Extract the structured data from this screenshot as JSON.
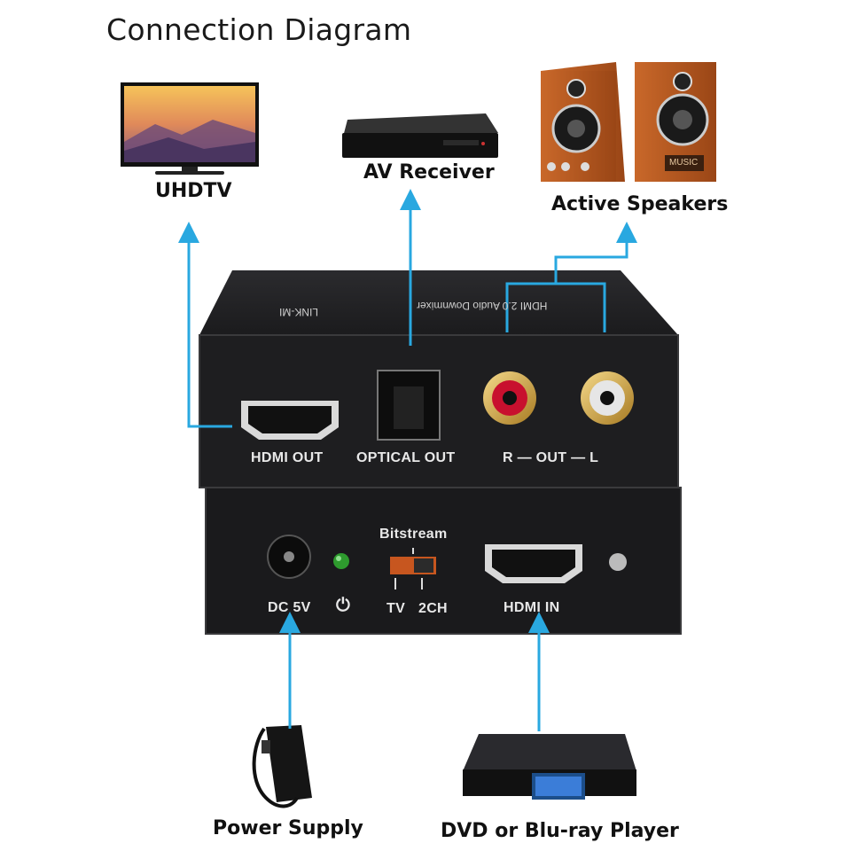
{
  "title": "Connection Diagram",
  "devices": {
    "tv": "UHDTV",
    "receiver": "AV Receiver",
    "speakers": "Active Speakers",
    "power": "Power Supply",
    "player": "DVD or Blu-ray Player"
  },
  "upper_panel": {
    "brand": "LINK-MI",
    "model": "HDMI 2.0 Audio Downmixer",
    "hdmi_out": "HDMI OUT",
    "optical_out": "OPTICAL OUT",
    "rca_out": "R — OUT — L"
  },
  "lower_panel": {
    "dc": "DC 5V",
    "power_symbol": "⏻",
    "switch_title": "Bitstream",
    "switch_tv": "TV",
    "switch_2ch": "2CH",
    "hdmi_in": "HDMI IN"
  },
  "speaker_badge": "MUSIC",
  "colors": {
    "arrow": "#29a8e0",
    "device_body": "#1c1c1e",
    "speaker_wood": "#b85a22"
  }
}
